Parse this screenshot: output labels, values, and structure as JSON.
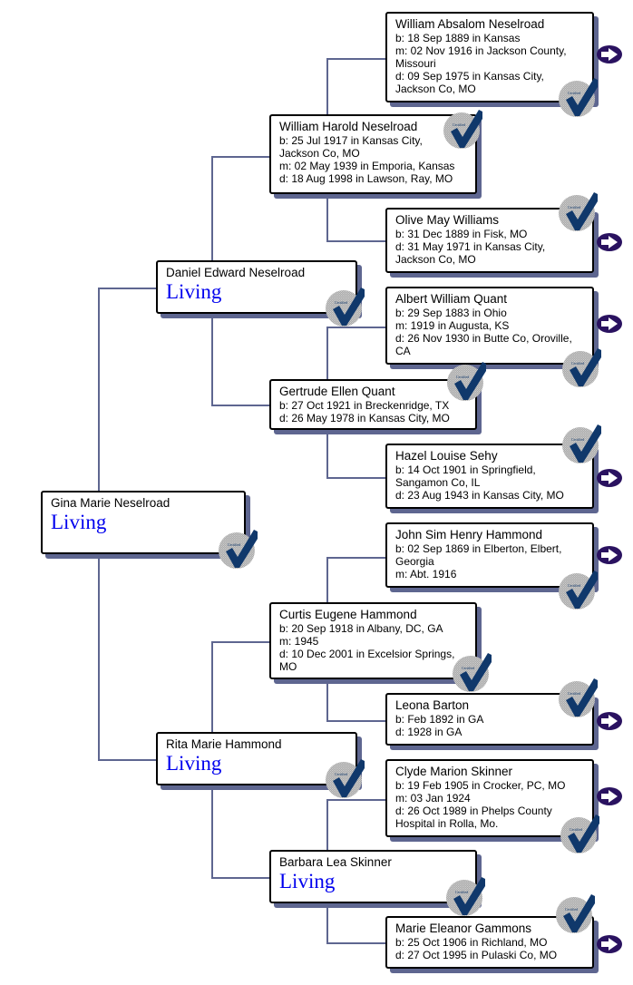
{
  "colors": {
    "connector": "#5e6690",
    "living": "#0000ee",
    "shadow": "#5e6690",
    "check": "#10386b",
    "arrow": "#2a1260"
  },
  "badge_text": "Certified",
  "people": {
    "gina": {
      "name": "Gina Marie Neselroad",
      "status": "Living"
    },
    "daniel": {
      "name": "Daniel Edward Neselroad",
      "status": "Living"
    },
    "rita": {
      "name": "Rita Marie Hammond",
      "status": "Living"
    },
    "william_harold": {
      "name": "William Harold Neselroad",
      "lines": [
        "b: 25 Jul 1917 in Kansas City,",
        "Jackson Co, MO",
        "m: 02 May 1939 in Emporia, Kansas",
        "d: 18 Aug 1998 in Lawson, Ray, MO"
      ]
    },
    "gertrude": {
      "name": "Gertrude Ellen Quant",
      "lines": [
        "b: 27 Oct 1921 in Breckenridge, TX",
        "d: 26 May 1978 in Kansas City, MO"
      ]
    },
    "curtis": {
      "name": "Curtis Eugene Hammond",
      "lines": [
        "b: 20 Sep 1918 in Albany, DC, GA",
        "m: 1945",
        "d: 10 Dec 2001 in Excelsior Springs,",
        "MO"
      ]
    },
    "barbara": {
      "name": "Barbara Lea Skinner",
      "status": "Living"
    },
    "william_absalom": {
      "name": "William Absalom Neselroad",
      "lines": [
        "b: 18 Sep 1889 in Kansas",
        "m: 02 Nov 1916 in Jackson County,",
        "Missouri",
        "d: 09 Sep 1975 in Kansas City,",
        "Jackson Co, MO"
      ]
    },
    "olive": {
      "name": "Olive May Williams",
      "lines": [
        "b: 31 Dec 1889 in Fisk, MO",
        "d: 31 May 1971 in Kansas City,",
        "Jackson Co, MO"
      ]
    },
    "albert": {
      "name": "Albert William Quant",
      "lines": [
        "b: 29 Sep 1883 in Ohio",
        "m: 1919 in Augusta, KS",
        "d: 26 Nov 1930 in Butte Co, Oroville,",
        "CA"
      ]
    },
    "hazel": {
      "name": "Hazel Louise Sehy",
      "lines": [
        "b: 14 Oct 1901 in Springfield,",
        "Sangamon Co, IL",
        "d: 23 Aug 1943 in Kansas City, MO"
      ]
    },
    "john": {
      "name": "John Sim Henry Hammond",
      "lines": [
        "b: 02 Sep 1869 in Elberton, Elbert,",
        "Georgia",
        "m: Abt. 1916"
      ]
    },
    "leona": {
      "name": "Leona Barton",
      "lines": [
        "b: Feb 1892 in GA",
        "d: 1928 in GA"
      ]
    },
    "clyde": {
      "name": "Clyde Marion Skinner",
      "lines": [
        "b: 19 Feb 1905 in Crocker, PC, MO",
        "m: 03 Jan 1924",
        "d: 26 Oct 1989 in Phelps County",
        "Hospital in Rolla, Mo."
      ]
    },
    "marie": {
      "name": "Marie Eleanor Gammons",
      "lines": [
        "b: 25 Oct 1906 in Richland, MO",
        "d: 27 Oct 1995 in Pulaski Co, MO"
      ]
    }
  }
}
